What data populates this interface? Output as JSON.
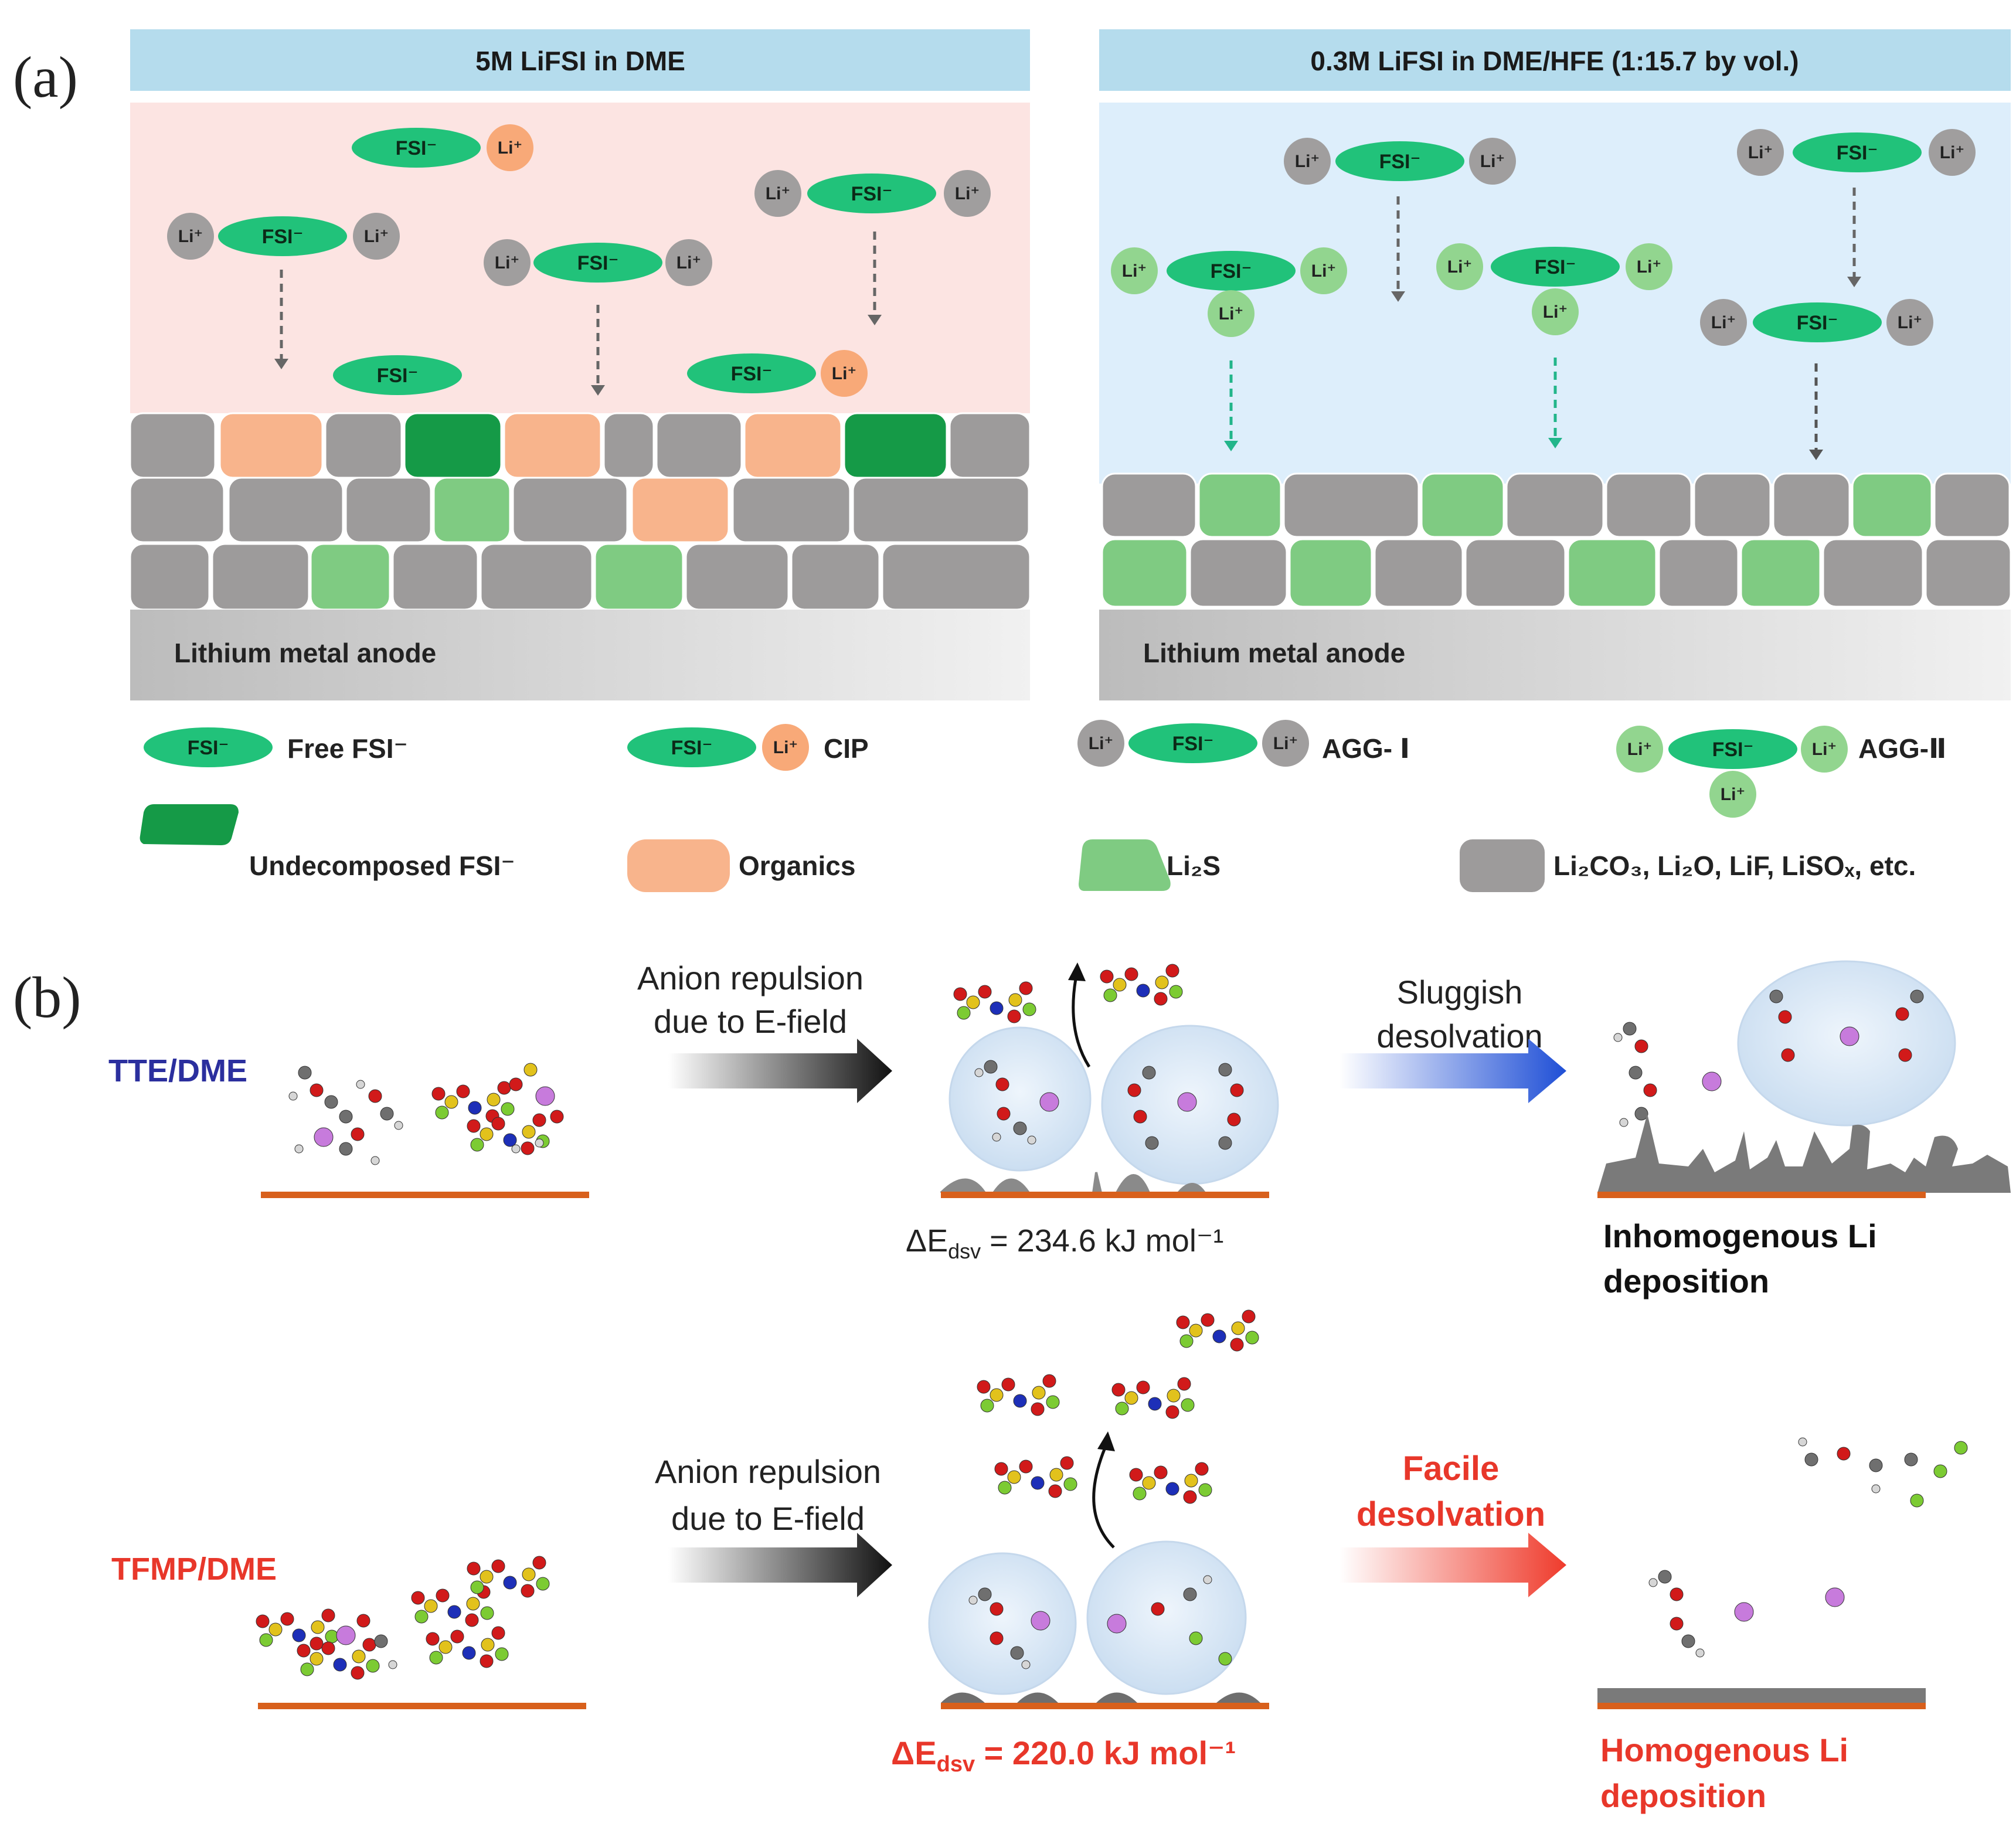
{
  "panel_a": {
    "label": "(a)",
    "left": {
      "header": "5M LiFSI in DME",
      "anode": "Lithium metal anode"
    },
    "right": {
      "header": "0.3M LiFSI in DME/HFE (1:15.7 by vol.)",
      "anode": "Lithium metal anode"
    },
    "species": {
      "anion": "FSI⁻",
      "cation": "Li⁺"
    },
    "legend_species": [
      {
        "kind": "free",
        "label": "Free FSI⁻"
      },
      {
        "kind": "cip",
        "label": "CIP"
      },
      {
        "kind": "agg1",
        "label": "AGG- Ⅰ"
      },
      {
        "kind": "agg2",
        "label": "AGG-Ⅱ"
      }
    ],
    "legend_components": [
      {
        "label": "Undecomposed FSI⁻",
        "color": "#159a47"
      },
      {
        "label": "Organics",
        "color": "#f8b48c"
      },
      {
        "label": "Li₂S",
        "color": "#7fcb82"
      },
      {
        "label": "Li₂CO₃, Li₂O, LiF, LiSOₓ, etc.",
        "color": "#9d9b9b"
      }
    ],
    "colors": {
      "header_bg": "#b5dced",
      "left_bg": "#fce4e2",
      "right_bg": "#ddeefb",
      "anion": "#21c27a",
      "li_gray": "#a09e9e",
      "li_green": "#92d58f",
      "li_orange": "#f8a978"
    }
  },
  "panel_b": {
    "label": "(b)",
    "row1": {
      "solvent": "TTE/DME",
      "arrow1_line1": "Anion repulsion",
      "arrow1_line2": "due to E-field",
      "energy_prefix": "ΔE",
      "energy_sub": "dsv",
      "energy_value": " = 234.6 kJ mol⁻¹",
      "arrow2_line1": "Sluggish",
      "arrow2_line2": "desolvation",
      "result_line1": "Inhomogenous Li",
      "result_line2": "deposition"
    },
    "row2": {
      "solvent": "TFMP/DME",
      "arrow1_line1": "Anion repulsion",
      "arrow1_line2": "due to E-field",
      "energy_prefix": "ΔE",
      "energy_sub": "dsv",
      "energy_value": " = 220.0 kJ mol⁻¹",
      "arrow2_line1": "Facile",
      "arrow2_line2": "desolvation",
      "result_line1": "Homogenous Li",
      "result_line2": "deposition"
    },
    "colors": {
      "tte_label": "#2b2f9e",
      "tfmp_label": "#e8372a",
      "substrate": "#d8601c",
      "sluggish_arrow": "#1f4fd6",
      "facile_arrow": "#ef3b2c",
      "deposit": "#7a7a7a"
    }
  }
}
